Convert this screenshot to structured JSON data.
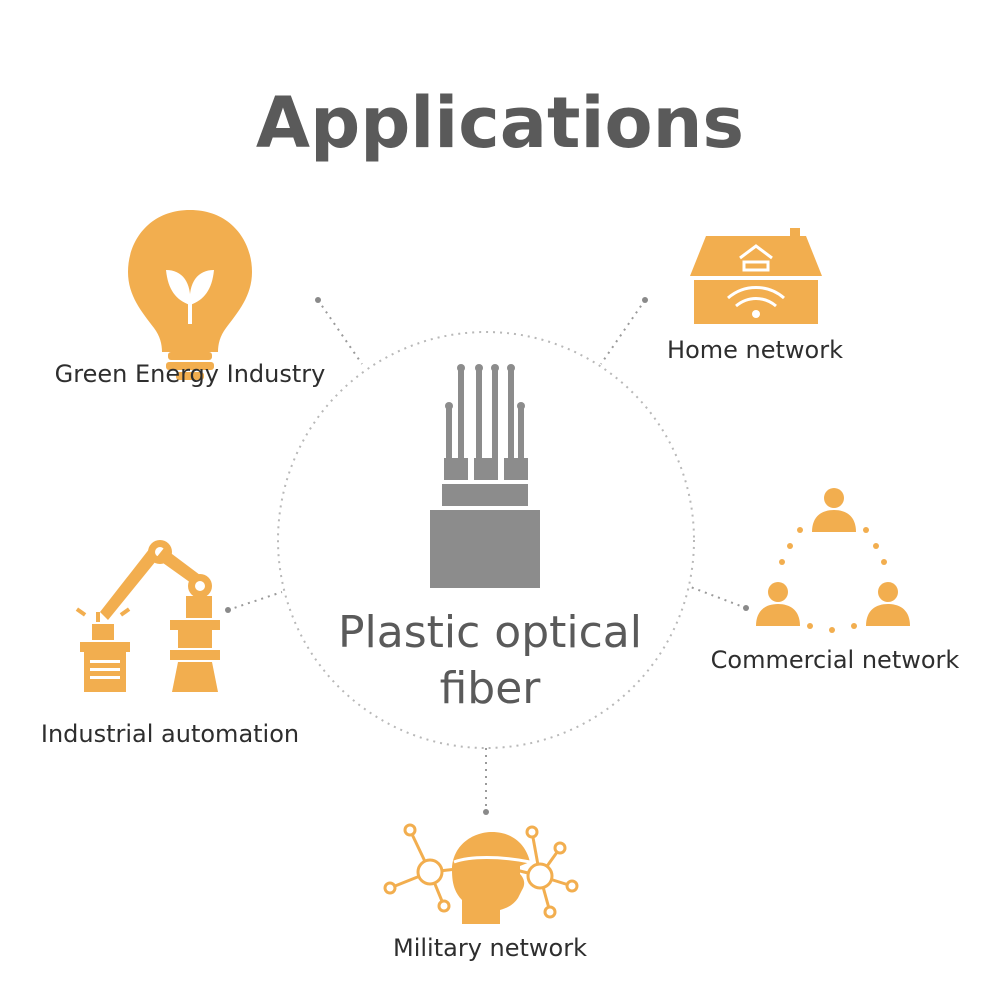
{
  "title": "Applications",
  "center": {
    "line1": "Plastic optical",
    "line2": "fiber"
  },
  "applications": [
    {
      "label": "Green Energy Industry",
      "icon": "lightbulb-leaf-icon"
    },
    {
      "label": "Home network",
      "icon": "smart-home-wifi-icon"
    },
    {
      "label": "Commercial network",
      "icon": "people-network-icon"
    },
    {
      "label": "Industrial automation",
      "icon": "robot-arm-icon"
    },
    {
      "label": "Military network",
      "icon": "helmet-network-icon"
    }
  ],
  "colors": {
    "accent": "#F2AE4F",
    "center_icon": "#8c8c8c",
    "text_dark": "#2e2e2e",
    "title": "#5a5a5a"
  }
}
